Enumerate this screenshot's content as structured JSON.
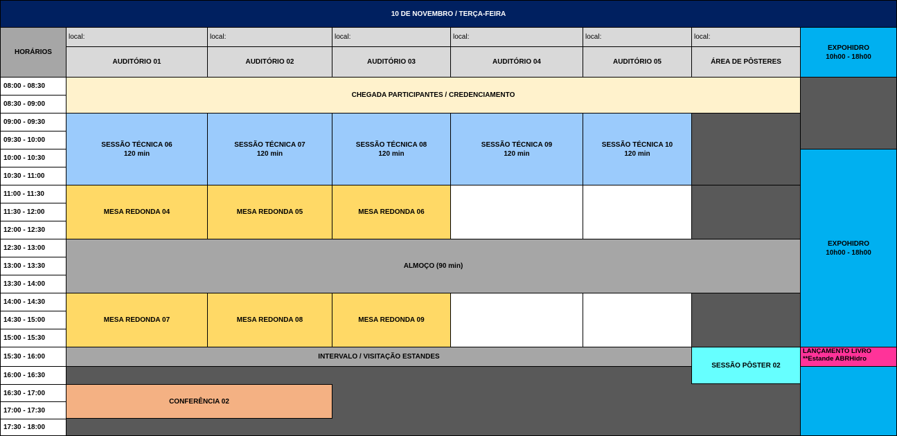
{
  "title": "10 DE NOVEMBRO / TERÇA-FEIRA",
  "header": {
    "horarios": "HORÁRIOS",
    "local_label": "local:",
    "columns": [
      "AUDITÓRIO 01",
      "AUDITÓRIO 02",
      "AUDITÓRIO 03",
      "AUDITÓRIO 04",
      "AUDITÓRIO 05",
      "ÁREA DE PÔSTERES"
    ],
    "expohidro": "EXPOHIDRO\n10h00 - 18h00"
  },
  "times": [
    "08:00 - 08:30",
    "08:30 - 09:00",
    "09:00 - 09:30",
    "09:30 - 10:00",
    "10:00 - 10:30",
    "10:30 - 11:00",
    "11:00 - 11:30",
    "11:30 - 12:00",
    "12:00 - 12:30",
    "12:30 - 13:00",
    "13:00 - 13:30",
    "13:30 - 14:00",
    "14:00 - 14:30",
    "14:30 - 15:00",
    "15:00 - 15:30",
    "15:30 - 16:00",
    "16:00 - 16:30",
    "16:30 - 17:00",
    "17:00 - 17:30",
    "17:30 - 18:00"
  ],
  "events": {
    "credenciamento": "CHEGADA PARTICIPANTES / CREDENCIAMENTO",
    "st06": "SESSÃO TÉCNICA 06\n120 min",
    "st07": "SESSÃO TÉCNICA 07\n120 min",
    "st08": "SESSÃO TÉCNICA 08\n120 min",
    "st09": "SESSÃO TÉCNICA 09\n120 min",
    "st10": "SESSÃO TÉCNICA 10\n120 min",
    "mr04": "MESA REDONDA 04",
    "mr05": "MESA REDONDA 05",
    "mr06": "MESA REDONDA 06",
    "almoco": "ALMOÇO (90 min)",
    "mr07": "MESA REDONDA 07",
    "mr08": "MESA REDONDA 08",
    "mr09": "MESA REDONDA 09",
    "intervalo": "INTERVALO / VISITAÇÃO ESTANDES",
    "sessao_poster": "SESSÃO PÔSTER 02",
    "lancamento": "LANÇAMENTO LIVRO\n**Estande ABRHidro",
    "conferencia": "CONFERÊNCIA 02",
    "expohidro": "EXPOHIDRO\n10h00 - 18h00"
  }
}
